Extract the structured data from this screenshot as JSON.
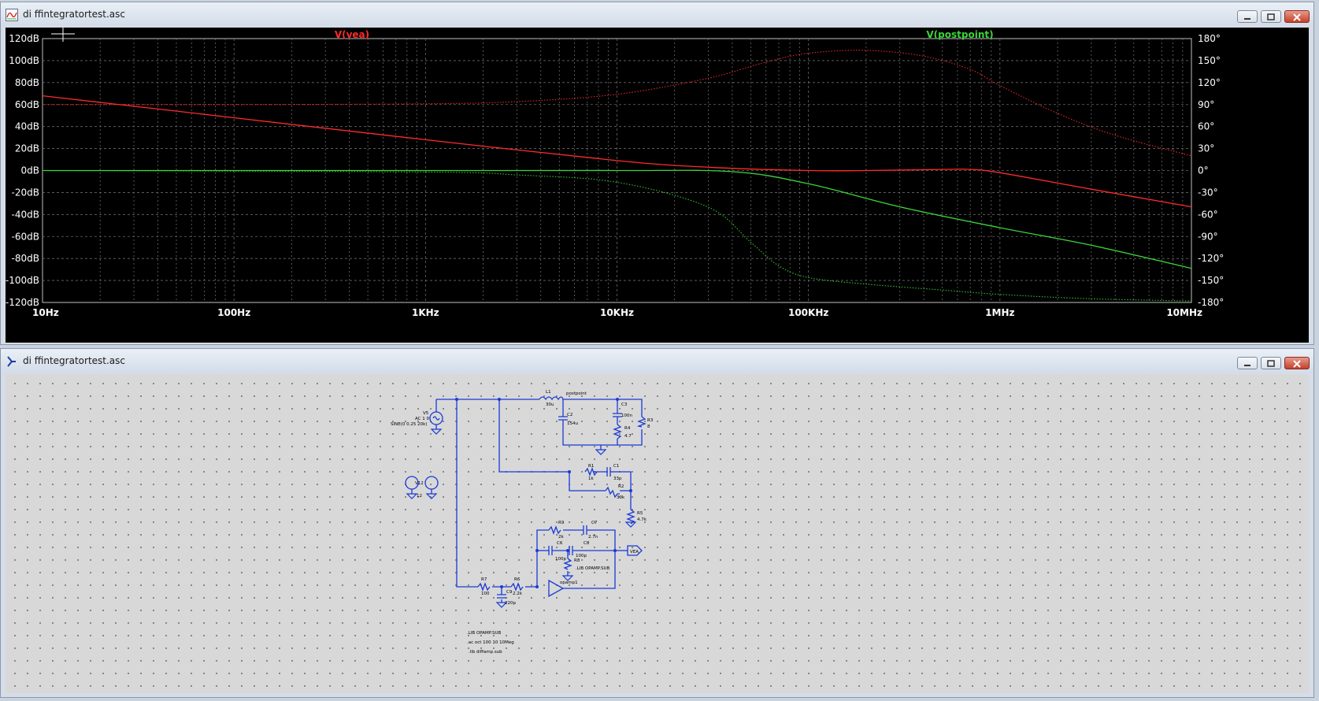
{
  "plot_window": {
    "title": "di ffintegratortest.asc"
  },
  "schematic_window": {
    "title": "di ffintegratortest.asc"
  },
  "chart_data": {
    "type": "line",
    "x_scale": "log",
    "xlim": [
      10,
      10000000
    ],
    "x_tick_labels": [
      "10Hz",
      "100Hz",
      "1KHz",
      "10KHz",
      "100KHz",
      "1MHz",
      "10MHz"
    ],
    "ylim_left": [
      -120,
      120
    ],
    "y_left_tick_labels": [
      "120dB",
      "100dB",
      "80dB",
      "60dB",
      "40dB",
      "20dB",
      "0dB",
      "-20dB",
      "-40dB",
      "-60dB",
      "-80dB",
      "-100dB",
      "-120dB"
    ],
    "ylim_right": [
      -180,
      180
    ],
    "y_right_tick_labels": [
      "180°",
      "150°",
      "120°",
      "90°",
      "60°",
      "30°",
      "0°",
      "-30°",
      "-60°",
      "-90°",
      "-120°",
      "-150°",
      "-180°"
    ],
    "grid": true,
    "background": "#000000",
    "series": [
      {
        "name": "V(vea)",
        "color": "#ff2b2b",
        "magnitude_db": {
          "x": [
            10,
            100,
            1000,
            10000,
            30000,
            100000,
            200000,
            500000,
            700000,
            1000000,
            3000000,
            10000000
          ],
          "y": [
            68,
            48,
            28,
            9,
            3,
            0,
            0,
            1,
            1,
            -2,
            -17,
            -33
          ]
        },
        "phase_deg": {
          "x": [
            10,
            100,
            1000,
            3000,
            10000,
            30000,
            60000,
            100000,
            200000,
            400000,
            700000,
            1000000,
            2000000,
            4000000,
            10000000
          ],
          "y": [
            90,
            90,
            91,
            94,
            104,
            126,
            148,
            160,
            164,
            156,
            138,
            116,
            78,
            48,
            20
          ]
        }
      },
      {
        "name": "V(postpoint)",
        "color": "#3cd43c",
        "magnitude_db": {
          "x": [
            10,
            1000,
            10000,
            40000,
            100000,
            300000,
            1000000,
            3000000,
            10000000
          ],
          "y": [
            0,
            0,
            0,
            -1,
            -12,
            -33,
            -52,
            -68,
            -89
          ]
        },
        "phase_deg": {
          "x": [
            10,
            1000,
            3000,
            10000,
            30000,
            50000,
            70000,
            100000,
            200000,
            500000,
            1000000,
            3000000,
            10000000
          ],
          "y": [
            0,
            -2,
            -6,
            -16,
            -50,
            -98,
            -130,
            -146,
            -155,
            -163,
            -169,
            -175,
            -178
          ]
        }
      }
    ]
  },
  "schematic": {
    "labels": {
      "l1": "L1",
      "l1_val": "30u",
      "postpoint": "postpoint",
      "c2": "C2",
      "c2_val": "154u",
      "c3": "C3",
      "c3_val": "100n",
      "r4": "R4",
      "r4_val": "4.7",
      "r3": "R3",
      "r3_val": "8",
      "v5": "V5",
      "v5_ac": "AC 1 0",
      "v5_sin": "SINE(0 0.25 20k)",
      "v12": "V12",
      "v12_val": "12",
      "r1": "R1",
      "r1_val": "1k",
      "c1": "C1",
      "c1_val": "33p",
      "r2": "R2",
      "r2_val": "30k",
      "r5": "R5",
      "r5_val": "4.7k",
      "r9": "R9",
      "r9_val": "2k",
      "c7": "C7",
      "c7_val": "2.7n",
      "c6": "C6",
      "c6_val": "100p",
      "c8": "C8",
      "c8_val": "100p",
      "r8": "R8",
      "lib_text": ".LIB OPAMP.SUB",
      "vea": "VEA",
      "opamp": "opamp1",
      "r7": "R7",
      "r7_val": "100",
      "c9": "C9",
      "c9_val": "220p",
      "r6": "R6",
      "r6_val": "2.2k",
      "directive_1": ".LIB OPAMP.SUB",
      "directive_2": ".ac oct 100 10 10Meg",
      "directive_3": ".lib diffamp.sub"
    }
  }
}
